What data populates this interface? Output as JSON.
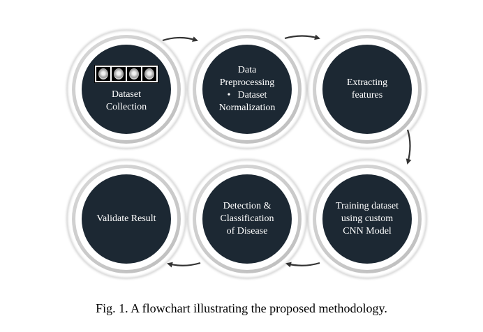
{
  "nodes": [
    {
      "id": "dataset-collection",
      "lines": [
        "Dataset",
        "Collection"
      ],
      "has_thumbnails": true
    },
    {
      "id": "data-preprocessing",
      "lines": [
        "Data",
        "Preprocessing"
      ],
      "bullet": [
        "Dataset",
        "Normalization"
      ]
    },
    {
      "id": "extracting-features",
      "lines": [
        "Extracting",
        "features"
      ]
    },
    {
      "id": "training-dataset",
      "lines": [
        "Training dataset",
        "using custom",
        "CNN Model"
      ]
    },
    {
      "id": "detection-classification",
      "lines": [
        "Detection &",
        "Classification",
        "of Disease"
      ]
    },
    {
      "id": "validate-result",
      "lines": [
        "Validate Result"
      ]
    }
  ],
  "caption": "Fig. 1.  A flowchart illustrating the proposed methodology.",
  "colors": {
    "disc": "#1c2833",
    "arrow": "#333333"
  }
}
